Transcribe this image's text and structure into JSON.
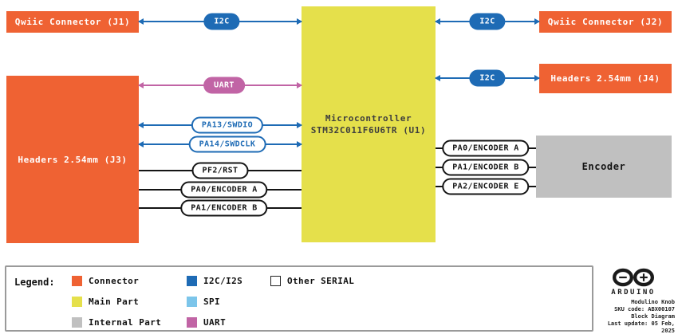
{
  "diagram": {
    "blocks": {
      "j1": "Qwiic Connector (J1)",
      "j2": "Qwiic Connector (J2)",
      "j3": "Headers 2.54mm (J3)",
      "j4": "Headers 2.54mm (J4)",
      "mcu_line1": "Microcontroller",
      "mcu_line2": "STM32C011F6U6TR (U1)",
      "encoder": "Encoder"
    },
    "labels": {
      "i2c_j1": "I2C",
      "i2c_j2": "I2C",
      "i2c_j4": "I2C",
      "uart": "UART",
      "swdio": "PA13/SWDIO",
      "swdclk": "PA14/SWDCLK",
      "rst": "PF2/RST",
      "enc_a_left": "PA0/ENCODER A",
      "enc_b_left": "PA1/ENCODER B",
      "enc_a_right": "PA0/ENCODER A",
      "enc_b_right": "PA1/ENCODER B",
      "enc_e_right": "PA2/ENCODER E"
    }
  },
  "colors": {
    "connector": "#EF6233",
    "main_part": "#E5E04B",
    "internal_part": "#C0C0C0",
    "i2c": "#1E6BB5",
    "spi": "#7CC5EA",
    "uart": "#C164A5",
    "other_serial": "#FFFFFF"
  },
  "legend": {
    "title": "Legend:",
    "items": [
      {
        "label": "Connector",
        "color": "#EF6233"
      },
      {
        "label": "Main Part",
        "color": "#E5E04B"
      },
      {
        "label": "Internal Part",
        "color": "#C0C0C0"
      },
      {
        "label": "I2C/I2S",
        "color": "#1E6BB5"
      },
      {
        "label": "SPI",
        "color": "#7CC5EA"
      },
      {
        "label": "UART",
        "color": "#C164A5"
      },
      {
        "label": "Other SERIAL",
        "color": "#FFFFFF"
      }
    ]
  },
  "footer": {
    "brand": "ARDUINO",
    "product": "Modulino Knob",
    "sku": "SKU code: ABX00107",
    "doc": "Block Diagram",
    "updated": "Last update: 05 Feb, 2025"
  }
}
